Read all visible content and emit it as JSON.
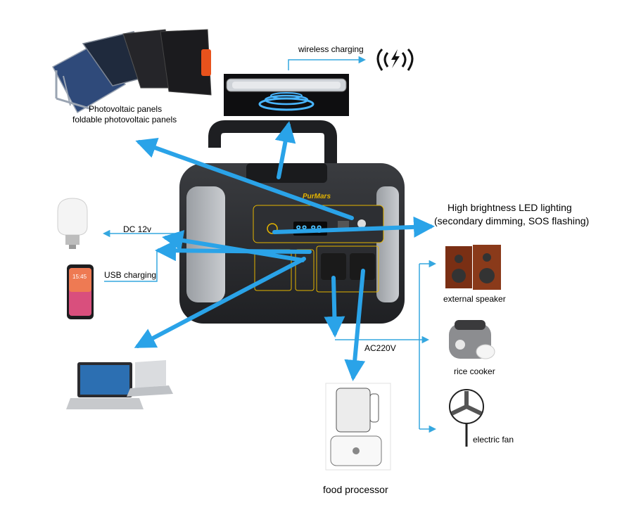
{
  "brand": "PurMars",
  "display": {
    "left_digits": "88",
    "right_digits": "88"
  },
  "labels": {
    "pv_line1": "Photovoltaic panels",
    "pv_line2": "foldable photovoltaic panels",
    "wireless": "wireless charging",
    "led_line1": "High brightness LED lighting",
    "led_line2": "(secondary dimming, SOS flashing)",
    "dc": "DC 12v",
    "usb": "USB charging",
    "ac": "AC220V",
    "speaker": "external speaker",
    "rice": "rice cooker",
    "fan": "electric fan",
    "food": "food processor"
  },
  "phone_time": "15:45",
  "colors": {
    "arrow": "#2aa3e8",
    "thin_line": "#35a7df",
    "body": "#2b2d30",
    "accent": "#e4b400"
  }
}
